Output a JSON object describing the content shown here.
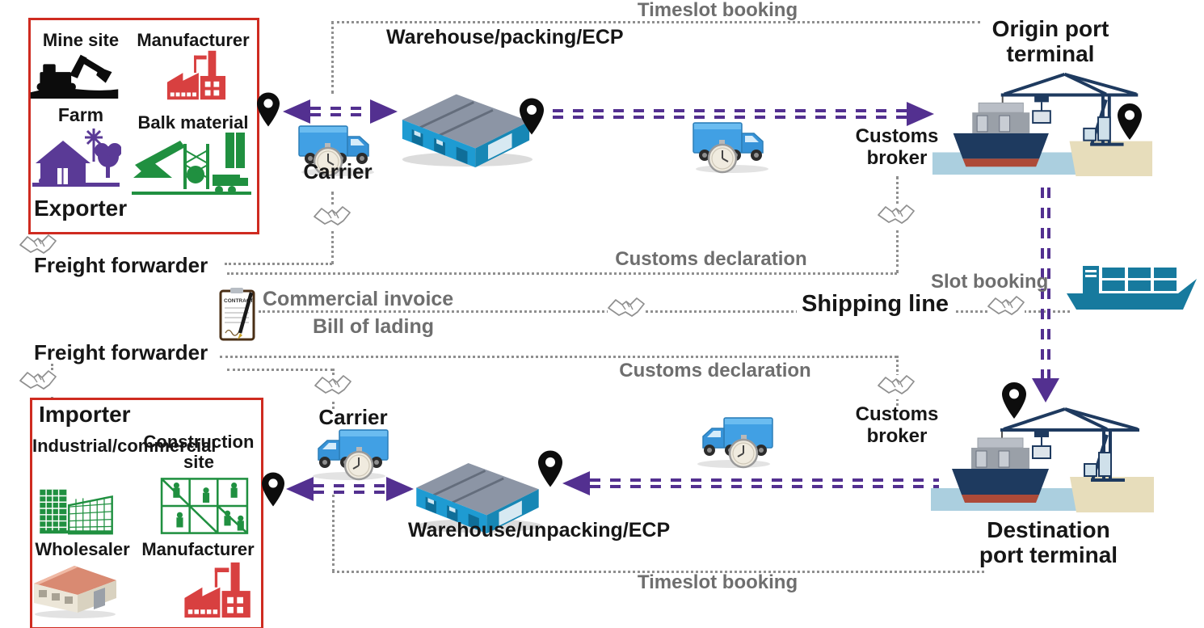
{
  "colors": {
    "entity_border_red": "#cf2b20",
    "arrow_purple": "#533090",
    "process_gray": "#6e6e6e",
    "label_black": "#161616",
    "warehouse_blue": "#1e9bd2",
    "truck_blue": "#41a0e4",
    "ship_navy": "#1e3a5f",
    "ship_hull_red": "#ad4a38",
    "water_blue": "#abcfdf",
    "dock_beige": "#e7ddbb",
    "shipping_teal": "#177a9e",
    "icon_green": "#209040",
    "icon_purple": "#5a3a96",
    "icon_red": "#d84040"
  },
  "exporter": {
    "title": "Exporter",
    "mine": "Mine site",
    "manufacturer": "Manufacturer",
    "farm": "Farm",
    "bulk": "Balk material"
  },
  "importer": {
    "title": "Importer",
    "industrial": "Industrial/commercial",
    "construction": "Construction site",
    "wholesaler": "Wholesaler",
    "manufacturer": "Manufacturer"
  },
  "flow": {
    "carrier_top": "Carrier",
    "warehouse_top": "Warehouse/packing/ECP",
    "origin_port": "Origin port terminal",
    "customs_broker_top": "Customs broker",
    "freight_forwarder_top": "Freight forwarder",
    "freight_forwarder_bottom": "Freight forwarder",
    "commercial_invoice": "Commercial invoice",
    "bill_of_lading": "Bill of lading",
    "shipping_line": "Shipping line",
    "slot_booking": "Slot booking",
    "customs_declaration_top": "Customs declaration",
    "customs_declaration_bottom": "Customs declaration",
    "timeslot_top": "Timeslot booking",
    "timeslot_bottom": "Timeslot booking",
    "carrier_bottom": "Carrier",
    "warehouse_bottom": "Warehouse/unpacking/ECP",
    "customs_broker_bottom": "Customs broker",
    "destination_port": "Destination port terminal",
    "contract_label": "CONTRACT"
  }
}
